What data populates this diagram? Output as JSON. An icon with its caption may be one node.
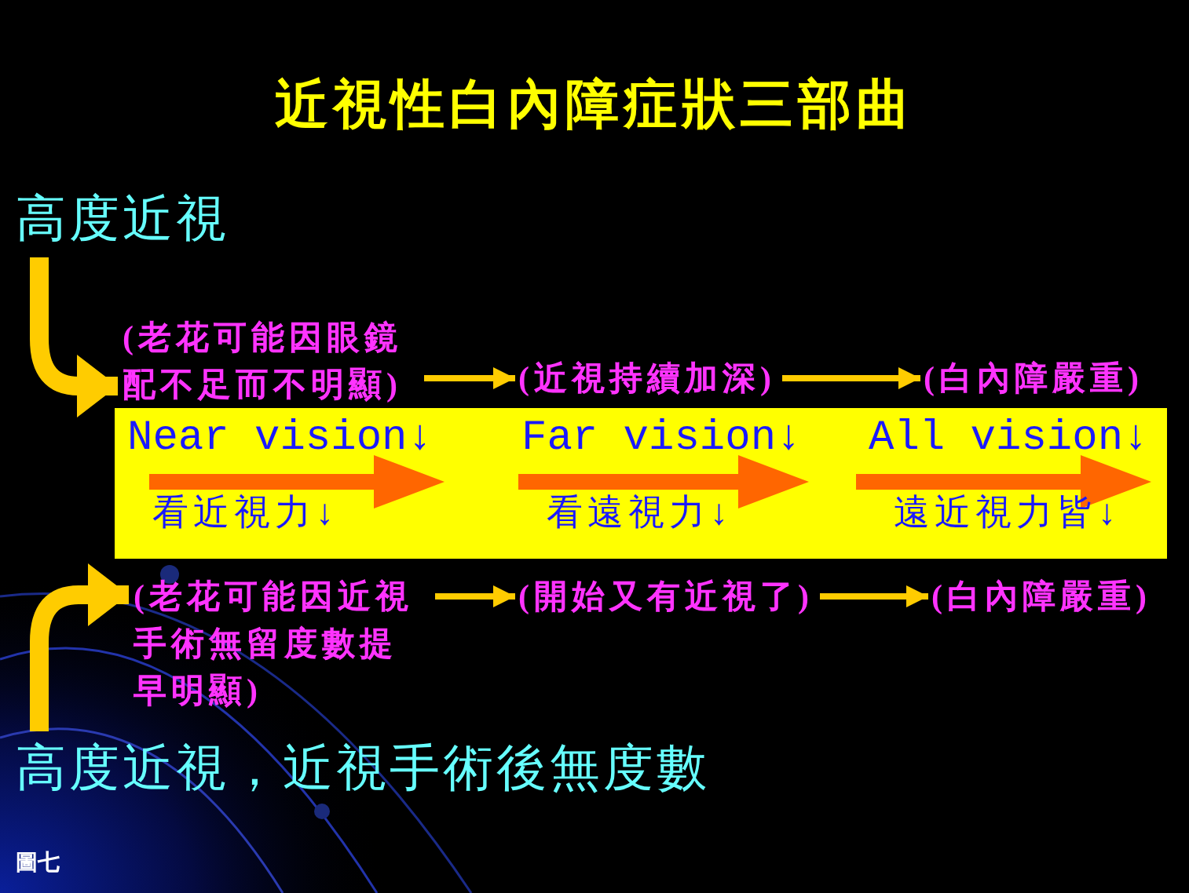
{
  "diagram": {
    "title": "近視性白內障症狀三部曲",
    "nodes": [
      {
        "text": [
          "高度近視"
        ]
      },
      {
        "text": [
          "(老花可能因眼鏡配不足而不明顯)"
        ]
      },
      {
        "text": [
          "(近視持續加深)"
        ]
      },
      {
        "text": [
          "(白內障嚴重)"
        ]
      },
      {
        "text": [],
        "shape": "bar"
      },
      {
        "text": [
          "Near vision↓",
          "看近視力↓"
        ],
        "in": 4
      },
      {
        "text": [
          "Far vision↓",
          "看遠視力↓"
        ],
        "in": 4
      },
      {
        "text": [
          "All vision↓",
          "遠近視力皆↓"
        ],
        "in": 4
      },
      {
        "text": [
          "(老花可能因近視手術無留度數提早明顯)"
        ]
      },
      {
        "text": [
          "(開始又有近視了)"
        ]
      },
      {
        "text": [
          "(白內障嚴重)"
        ]
      },
      {
        "text": [
          "高度近視，近視手術後無度數"
        ]
      }
    ],
    "edges": [
      {
        "from": 0,
        "to": 1,
        "arrow": "to",
        "style": "thick"
      },
      {
        "from": 1,
        "to": 2,
        "arrow": "to"
      },
      {
        "from": 2,
        "to": 3,
        "arrow": "to"
      },
      {
        "from": 11,
        "to": 8,
        "arrow": "to",
        "style": "thick"
      },
      {
        "from": 8,
        "to": 9,
        "arrow": "to"
      },
      {
        "from": 9,
        "to": 10,
        "arrow": "to"
      }
    ],
    "labels": [
      "圖七"
    ]
  }
}
